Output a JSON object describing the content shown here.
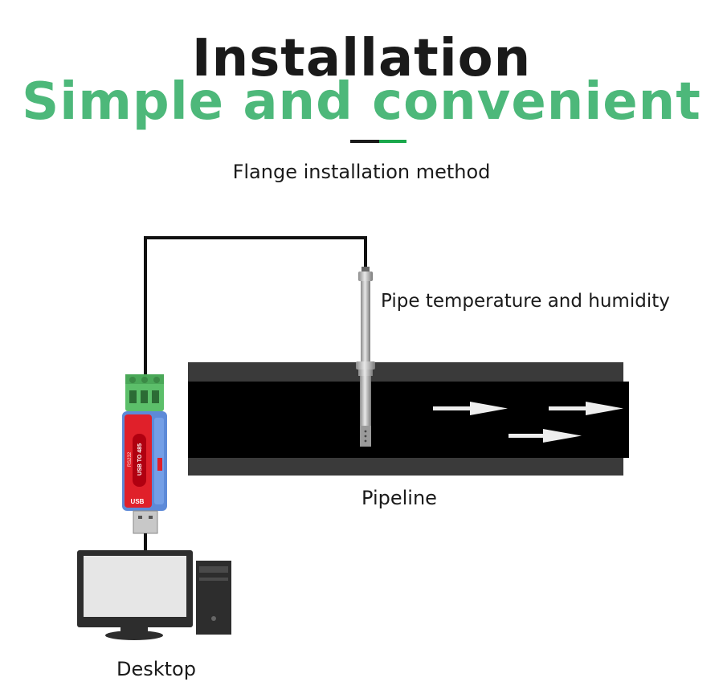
{
  "header": {
    "title_line1": "Installation",
    "title_line2": "Simple and convenient",
    "subtitle": "Flange installation method"
  },
  "labels": {
    "sensor": "Pipe temperature and humidity",
    "pipeline": "Pipeline",
    "desktop": "Desktop"
  },
  "converter": {
    "text_usb_to_485": "USB TO 485",
    "text_usb": "USB",
    "text_rs232": "RS232"
  },
  "colors": {
    "accent_green": "#4db87a",
    "divider_green": "#1aa84c",
    "text_dark": "#1a1a1a",
    "pipe_wall": "#3a3a3a",
    "pipe_inner": "#000000",
    "flow_arrow": "#eeeeee",
    "terminal_green": "#5cbf6a",
    "converter_red": "#e0202a",
    "converter_blue": "#5d8ad8"
  },
  "icons": {
    "flow_arrows": "arrow-right-icon",
    "computer": "desktop-computer-icon",
    "converter": "usb-to-485-converter-icon",
    "sensor": "temperature-humidity-probe-icon"
  }
}
